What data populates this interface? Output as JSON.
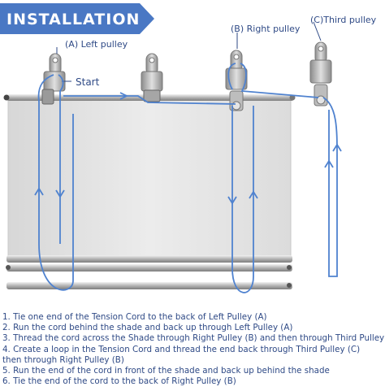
{
  "header": {
    "title": "INSTALLATION"
  },
  "labels": {
    "left_pulley": "(A) Left pulley",
    "start": "Start",
    "right_pulley": "(B) Right pulley",
    "third_pulley": "(C)Third pulley"
  },
  "colors": {
    "banner": "#4a78c4",
    "cord": "#4f82cf",
    "text": "#2f4a86",
    "shade": "#e6e6e6",
    "metal": "#9a9a9a"
  },
  "steps": [
    {
      "num": "1.",
      "text": "Tie one end of the Tension Cord to the back of Left Pulley (A)"
    },
    {
      "num": "2.",
      "text": "Run the cord behind the shade and back up through Left Pulley (A)"
    },
    {
      "num": "3.",
      "text": "Thread the cord across the Shade through Right Pulley (B) and then through Third Pulley (C)"
    },
    {
      "num": "4.",
      "text": "Create a loop in the Tension Cord and thread the end back through Third Pulley (C)"
    },
    {
      "num": "",
      "text": "then through Right Pulley (B)"
    },
    {
      "num": "5.",
      "text": "Run the end of the cord in front of the shade and back up behind the shade"
    },
    {
      "num": "6.",
      "text": "Tie the end of the cord to the back of Right Pulley (B)"
    }
  ]
}
